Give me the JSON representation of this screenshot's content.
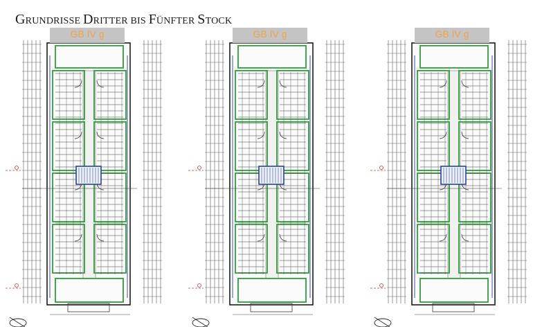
{
  "document": {
    "title_caps": [
      "G",
      "D",
      "F",
      "S"
    ],
    "title_rest": [
      "RUNDRISSE ",
      "RITTER BIS ",
      "ÜNFTER ",
      "TOCK"
    ],
    "title": "Grundrisse Dritter bis Fünfter Stock"
  },
  "plans": [
    {
      "label": "GB IV   g"
    },
    {
      "label": "GB IV   g"
    },
    {
      "label": "GB IV   g"
    }
  ],
  "colors": {
    "wall": "#1c1c1c",
    "unit_outline": "#2e9e3a",
    "axis_blue": "#2a3f9e",
    "section_marker": "#d43a2a",
    "label_bg": "#c4c4c4",
    "label_text": "#f2a347"
  }
}
